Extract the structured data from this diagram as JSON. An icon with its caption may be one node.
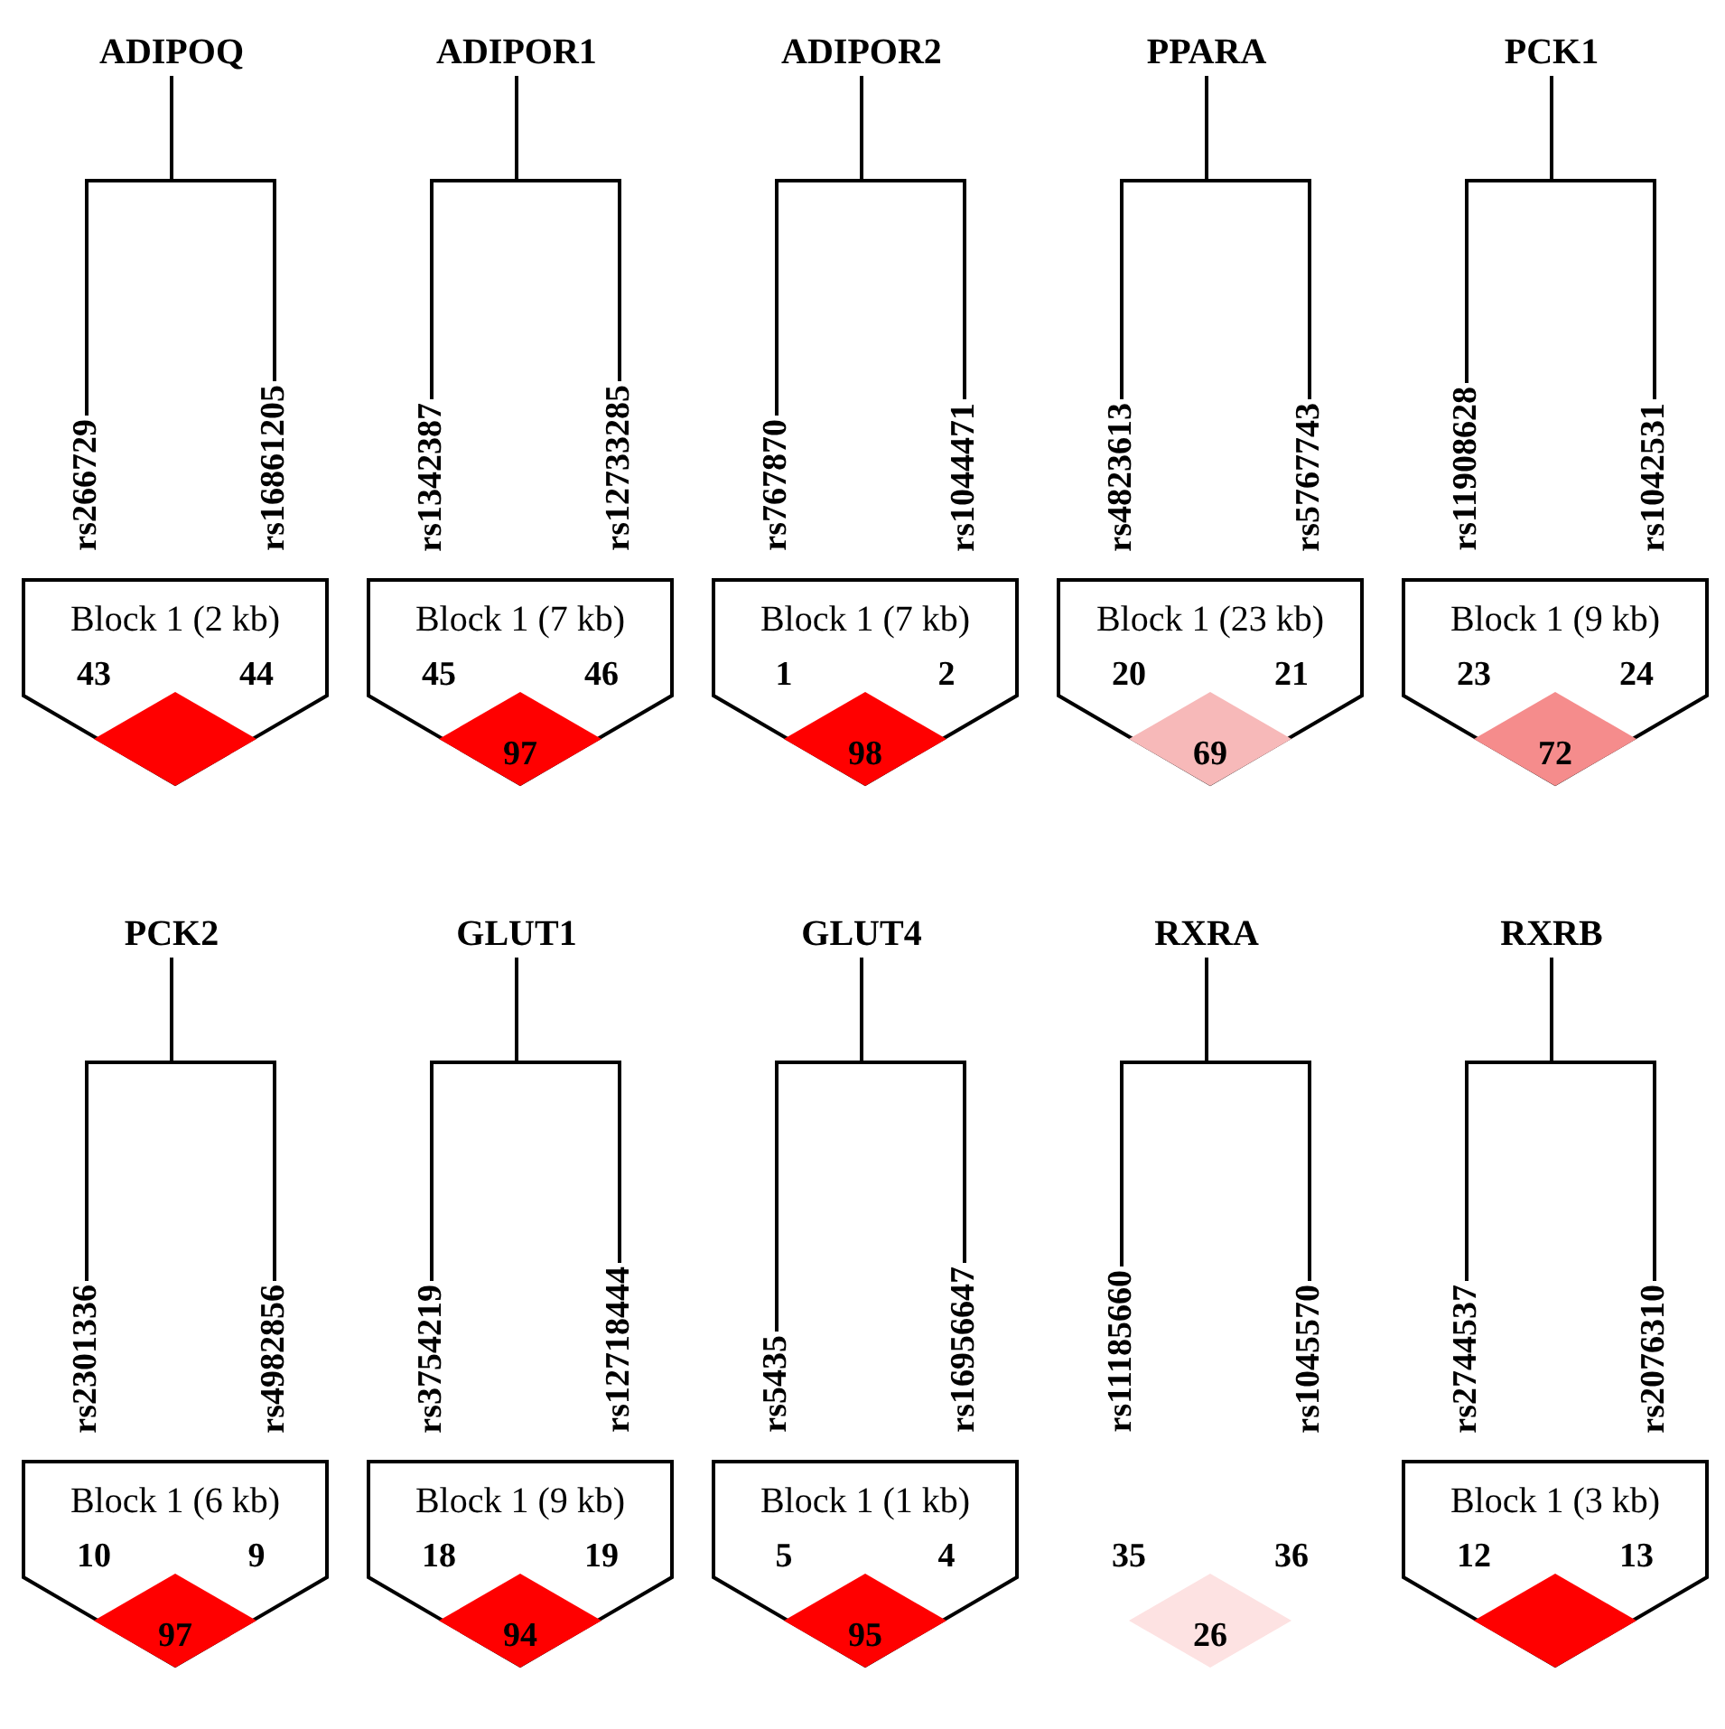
{
  "diagram": {
    "nodes": [
      {
        "text": [
          "ADIPOQ"
        ]
      },
      {
        "text": [
          "rs266729"
        ]
      },
      {
        "text": [
          "rs16861205"
        ]
      },
      {
        "text": [
          "Block 1 (2 kb)",
          "43",
          "44"
        ]
      },
      {
        "text": [],
        "shape": "diamond",
        "in": 3
      },
      {
        "text": [
          "ADIPOR1"
        ]
      },
      {
        "text": [
          "rs1342387"
        ]
      },
      {
        "text": [
          "rs12733285"
        ]
      },
      {
        "text": [
          "Block 1 (7 kb)",
          "45",
          "46"
        ]
      },
      {
        "text": [
          "97"
        ],
        "in": 8
      },
      {
        "text": [
          "ADIPOR2"
        ]
      },
      {
        "text": [
          "rs767870"
        ]
      },
      {
        "text": [
          "rs1044471"
        ]
      },
      {
        "text": [
          "Block 1 (7 kb)",
          "1",
          "2"
        ]
      },
      {
        "text": [
          "98"
        ],
        "in": 13
      },
      {
        "text": [
          "PPARA"
        ]
      },
      {
        "text": [
          "rs4823613"
        ]
      },
      {
        "text": [
          "rs5767743"
        ]
      },
      {
        "text": [
          "Block 1 (23 kb)",
          "20",
          "21"
        ]
      },
      {
        "text": [
          "69"
        ],
        "in": 18
      },
      {
        "text": [
          "PCK1"
        ]
      },
      {
        "text": [
          "rs11908628"
        ]
      },
      {
        "text": [
          "rs1042531"
        ]
      },
      {
        "text": [
          "Block 1 (9 kb)",
          "23",
          "24"
        ]
      },
      {
        "text": [
          "72"
        ],
        "in": 23
      },
      {
        "text": [
          "PCK2"
        ]
      },
      {
        "text": [
          "rs2301336"
        ]
      },
      {
        "text": [
          "rs4982856"
        ]
      },
      {
        "text": [
          "Block 1 (6 kb)",
          "10",
          "9"
        ]
      },
      {
        "text": [
          "97"
        ],
        "in": 28
      },
      {
        "text": [
          "GLUT1"
        ]
      },
      {
        "text": [
          "rs3754219"
        ]
      },
      {
        "text": [
          "rs12718444"
        ]
      },
      {
        "text": [
          "Block 1 (9 kb)",
          "18",
          "19"
        ]
      },
      {
        "text": [
          "94"
        ],
        "in": 33
      },
      {
        "text": [
          "GLUT4"
        ]
      },
      {
        "text": [
          "rs5435"
        ]
      },
      {
        "text": [
          "rs16956647"
        ]
      },
      {
        "text": [
          "Block 1 (1 kb)",
          "5",
          "4"
        ]
      },
      {
        "text": [
          "95"
        ],
        "in": 38
      },
      {
        "text": [
          "RXRA"
        ]
      },
      {
        "text": [
          "rs11185660"
        ]
      },
      {
        "text": [
          "rs1045570"
        ]
      },
      {
        "text": [
          "26"
        ]
      },
      {
        "text": [
          "RXRB"
        ]
      },
      {
        "text": [
          "rs2744537"
        ]
      },
      {
        "text": [
          "rs2076310"
        ]
      },
      {
        "text": [
          "Block 1 (3 kb)",
          "12",
          "13"
        ]
      },
      {
        "text": [],
        "shape": "diamond",
        "in": 47
      }
    ],
    "edges": [
      {
        "from": 0,
        "to": 1,
        "arrow": "none"
      },
      {
        "from": 0,
        "to": 2,
        "arrow": "none"
      },
      {
        "from": 5,
        "to": 6,
        "arrow": "none"
      },
      {
        "from": 5,
        "to": 7,
        "arrow": "none"
      },
      {
        "from": 10,
        "to": 11,
        "arrow": "none"
      },
      {
        "from": 10,
        "to": 12,
        "arrow": "none"
      },
      {
        "from": 15,
        "to": 16,
        "arrow": "none"
      },
      {
        "from": 15,
        "to": 17,
        "arrow": "none"
      },
      {
        "from": 20,
        "to": 21,
        "arrow": "none"
      },
      {
        "from": 20,
        "to": 22,
        "arrow": "none"
      },
      {
        "from": 25,
        "to": 26,
        "arrow": "none"
      },
      {
        "from": 25,
        "to": 27,
        "arrow": "none"
      },
      {
        "from": 30,
        "to": 31,
        "arrow": "none"
      },
      {
        "from": 30,
        "to": 32,
        "arrow": "none"
      },
      {
        "from": 35,
        "to": 36,
        "arrow": "none"
      },
      {
        "from": 35,
        "to": 37,
        "arrow": "none"
      },
      {
        "from": 40,
        "to": 41,
        "arrow": "none"
      },
      {
        "from": 40,
        "to": 42,
        "arrow": "none"
      },
      {
        "from": 44,
        "to": 45,
        "arrow": "none"
      },
      {
        "from": 44,
        "to": 46,
        "arrow": "none"
      }
    ],
    "labels": [
      "35",
      "36"
    ]
  }
}
